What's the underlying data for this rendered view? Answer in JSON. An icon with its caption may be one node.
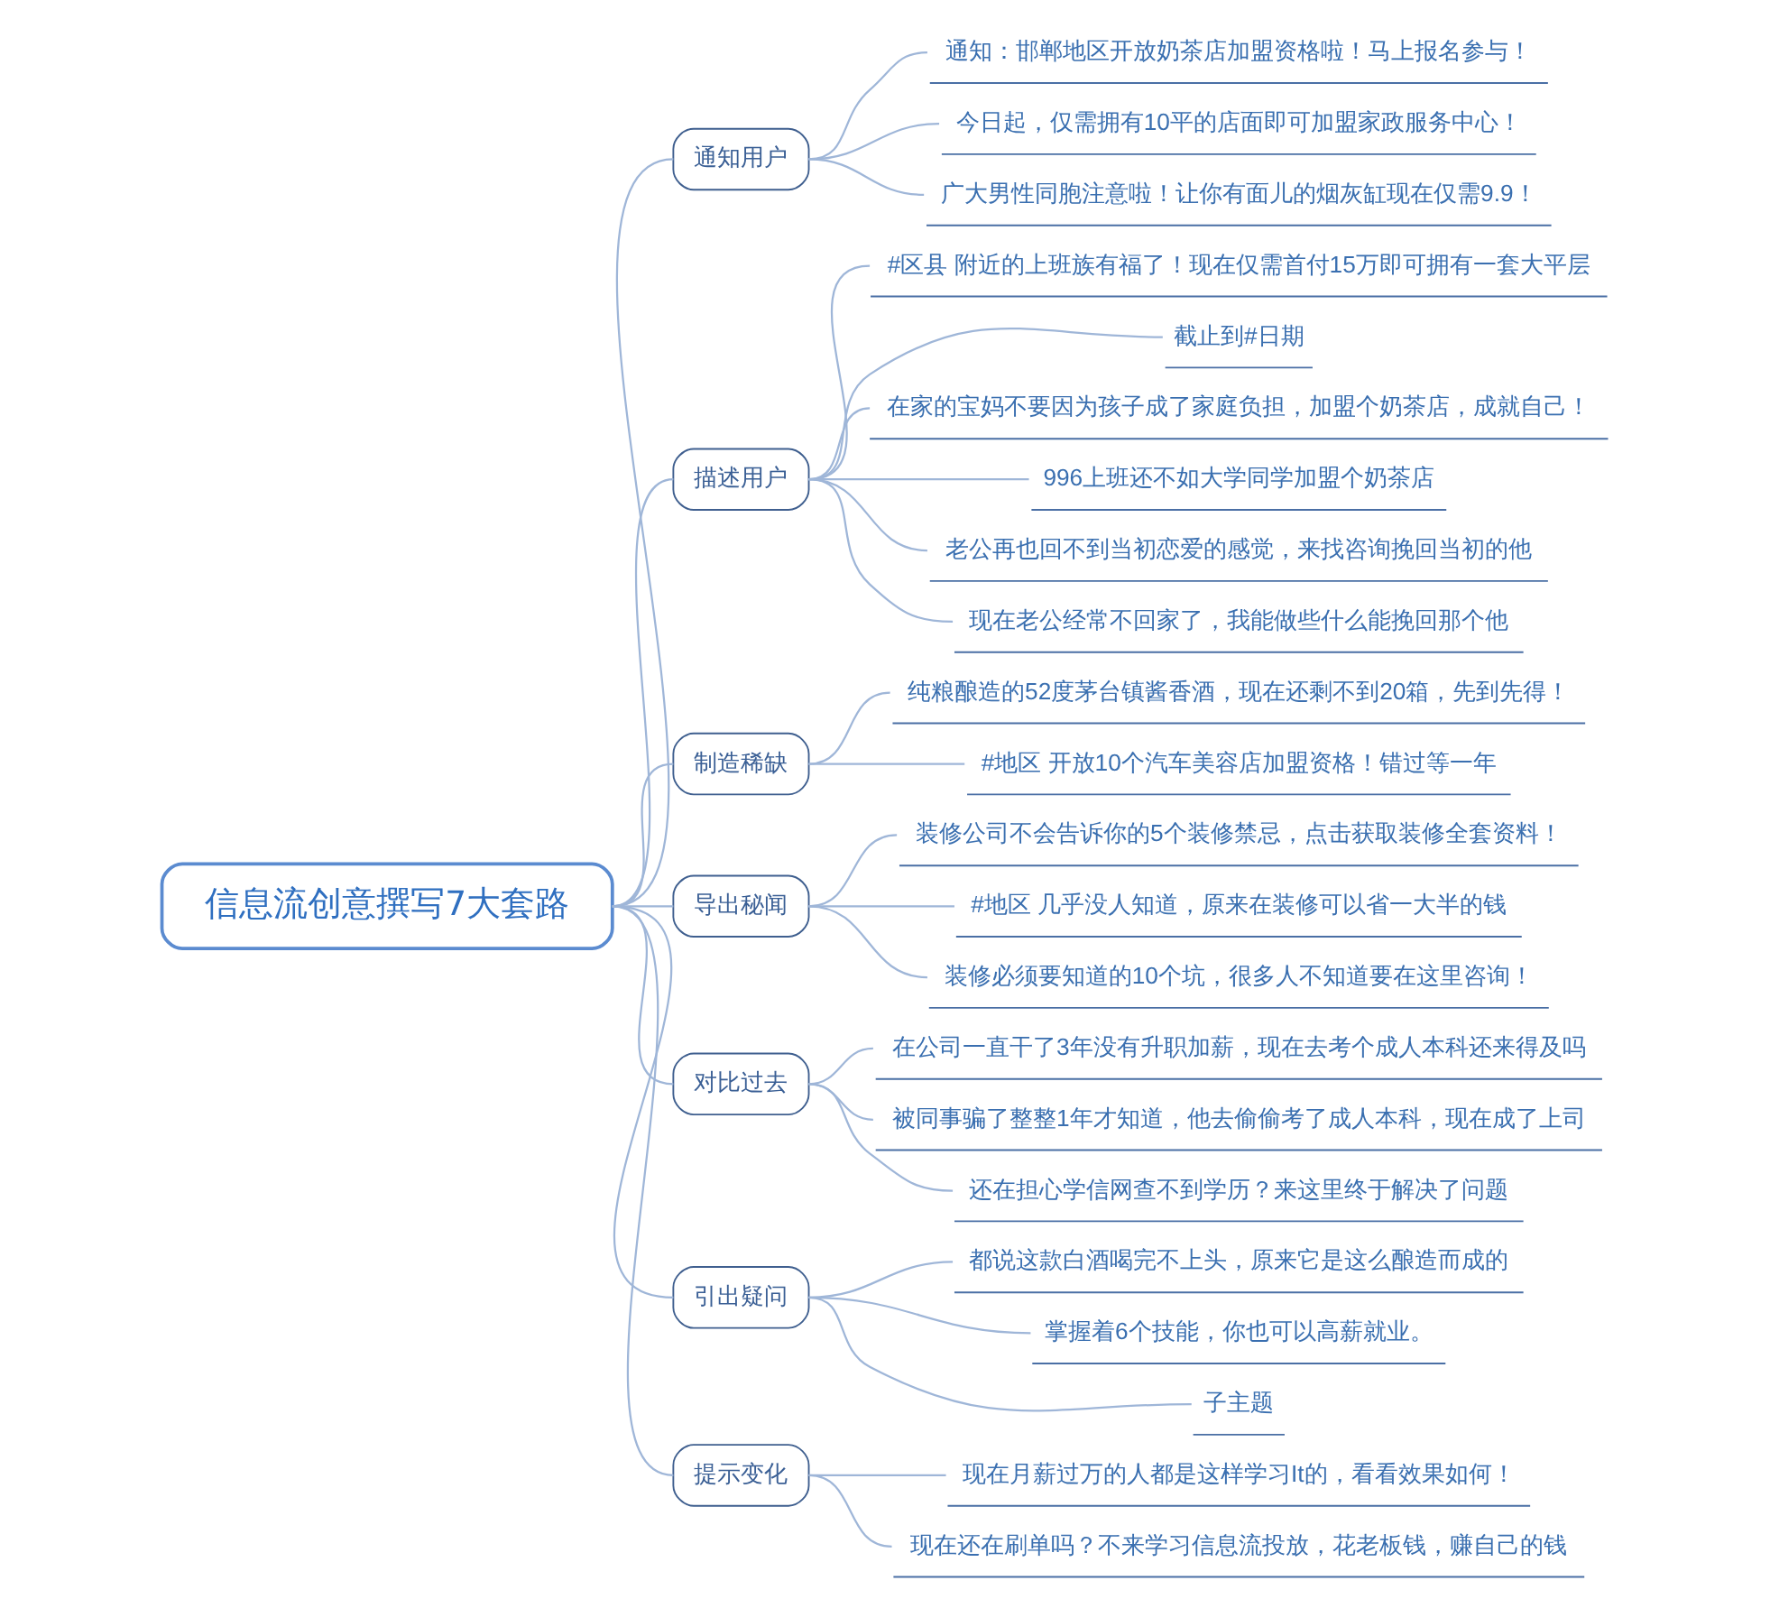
{
  "diagram": {
    "nodes": [
      {
        "text": [
          "信息流创意撰写7大套路"
        ]
      },
      {
        "text": [
          "通知用户"
        ]
      },
      {
        "text": [
          "通知：邯郸地区开放奶茶店加盟资格啦！马上报名参与！"
        ]
      },
      {
        "text": [
          "今日起，仅需拥有10平的店面即可加盟家政服务中心！"
        ]
      },
      {
        "text": [
          "广大男性同胞注意啦！让你有面儿的烟灰缸现在仅需9.9！"
        ]
      },
      {
        "text": [
          "描述用户"
        ]
      },
      {
        "text": [
          "#区县 附近的上班族有福了！现在仅需首付15万即可拥有一套大平层"
        ]
      },
      {
        "text": [
          "截止到#日期"
        ]
      },
      {
        "text": [
          "在家的宝妈不要因为孩子成了家庭负担，加盟个奶茶店，成就自己！"
        ]
      },
      {
        "text": [
          "996上班还不如大学同学加盟个奶茶店"
        ]
      },
      {
        "text": [
          "老公再也回不到当初恋爱的感觉，来找咨询挽回当初的他"
        ]
      },
      {
        "text": [
          "现在老公经常不回家了，我能做些什么能挽回那个他"
        ]
      },
      {
        "text": [
          "制造稀缺"
        ]
      },
      {
        "text": [
          "纯粮酿造的52度茅台镇酱香酒，现在还剩不到20箱，先到先得！"
        ]
      },
      {
        "text": [
          "#地区 开放10个汽车美容店加盟资格！错过等一年"
        ]
      },
      {
        "text": [
          "导出秘闻"
        ]
      },
      {
        "text": [
          "装修公司不会告诉你的5个装修禁忌，点击获取装修全套资料！"
        ]
      },
      {
        "text": [
          "#地区 几乎没人知道，原来在装修可以省一大半的钱"
        ]
      },
      {
        "text": [
          "装修必须要知道的10个坑，很多人不知道要在这里咨询！"
        ]
      },
      {
        "text": [
          "对比过去"
        ]
      },
      {
        "text": [
          "在公司一直干了3年没有升职加薪，现在去考个成人本科还来得及吗"
        ]
      },
      {
        "text": [
          "被同事骗了整整1年才知道，他去偷偷考了成人本科，现在成了上司"
        ]
      },
      {
        "text": [
          "还在担心学信网查不到学历？来这里终于解决了问题"
        ]
      },
      {
        "text": [
          "引出疑问"
        ]
      },
      {
        "text": [
          "都说这款白酒喝完不上头，原来它是这么酿造而成的"
        ]
      },
      {
        "text": [
          "掌握着6个技能，你也可以高薪就业。"
        ]
      },
      {
        "text": [
          "子主题"
        ]
      },
      {
        "text": [
          "提示变化"
        ]
      },
      {
        "text": [
          "现在月薪过万的人都是这样学习It的，看看效果如何！"
        ]
      },
      {
        "text": [
          "现在还在刷单吗？不来学习信息流投放，花老板钱，赚自己的钱"
        ]
      }
    ],
    "edges": [
      {
        "from": 0,
        "to": 1,
        "arrow": "none"
      },
      {
        "from": 1,
        "to": 2,
        "arrow": "none"
      },
      {
        "from": 1,
        "to": 3,
        "arrow": "none"
      },
      {
        "from": 1,
        "to": 4,
        "arrow": "none"
      },
      {
        "from": 0,
        "to": 5,
        "arrow": "none"
      },
      {
        "from": 5,
        "to": 6,
        "arrow": "none"
      },
      {
        "from": 5,
        "to": 7,
        "arrow": "none"
      },
      {
        "from": 5,
        "to": 8,
        "arrow": "none"
      },
      {
        "from": 5,
        "to": 9,
        "arrow": "none"
      },
      {
        "from": 5,
        "to": 10,
        "arrow": "none"
      },
      {
        "from": 5,
        "to": 11,
        "arrow": "none"
      },
      {
        "from": 0,
        "to": 12,
        "arrow": "none"
      },
      {
        "from": 12,
        "to": 13,
        "arrow": "none"
      },
      {
        "from": 12,
        "to": 14,
        "arrow": "none"
      },
      {
        "from": 0,
        "to": 15,
        "arrow": "none"
      },
      {
        "from": 15,
        "to": 16,
        "arrow": "none"
      },
      {
        "from": 15,
        "to": 17,
        "arrow": "none"
      },
      {
        "from": 15,
        "to": 18,
        "arrow": "none"
      },
      {
        "from": 0,
        "to": 19,
        "arrow": "none"
      },
      {
        "from": 19,
        "to": 20,
        "arrow": "none"
      },
      {
        "from": 19,
        "to": 21,
        "arrow": "none"
      },
      {
        "from": 19,
        "to": 22,
        "arrow": "none"
      },
      {
        "from": 0,
        "to": 23,
        "arrow": "none"
      },
      {
        "from": 23,
        "to": 24,
        "arrow": "none"
      },
      {
        "from": 23,
        "to": 25,
        "arrow": "none"
      },
      {
        "from": 23,
        "to": 26,
        "arrow": "none"
      },
      {
        "from": 0,
        "to": 27,
        "arrow": "none"
      },
      {
        "from": 27,
        "to": 28,
        "arrow": "none"
      },
      {
        "from": 27,
        "to": 29,
        "arrow": "none"
      }
    ]
  }
}
